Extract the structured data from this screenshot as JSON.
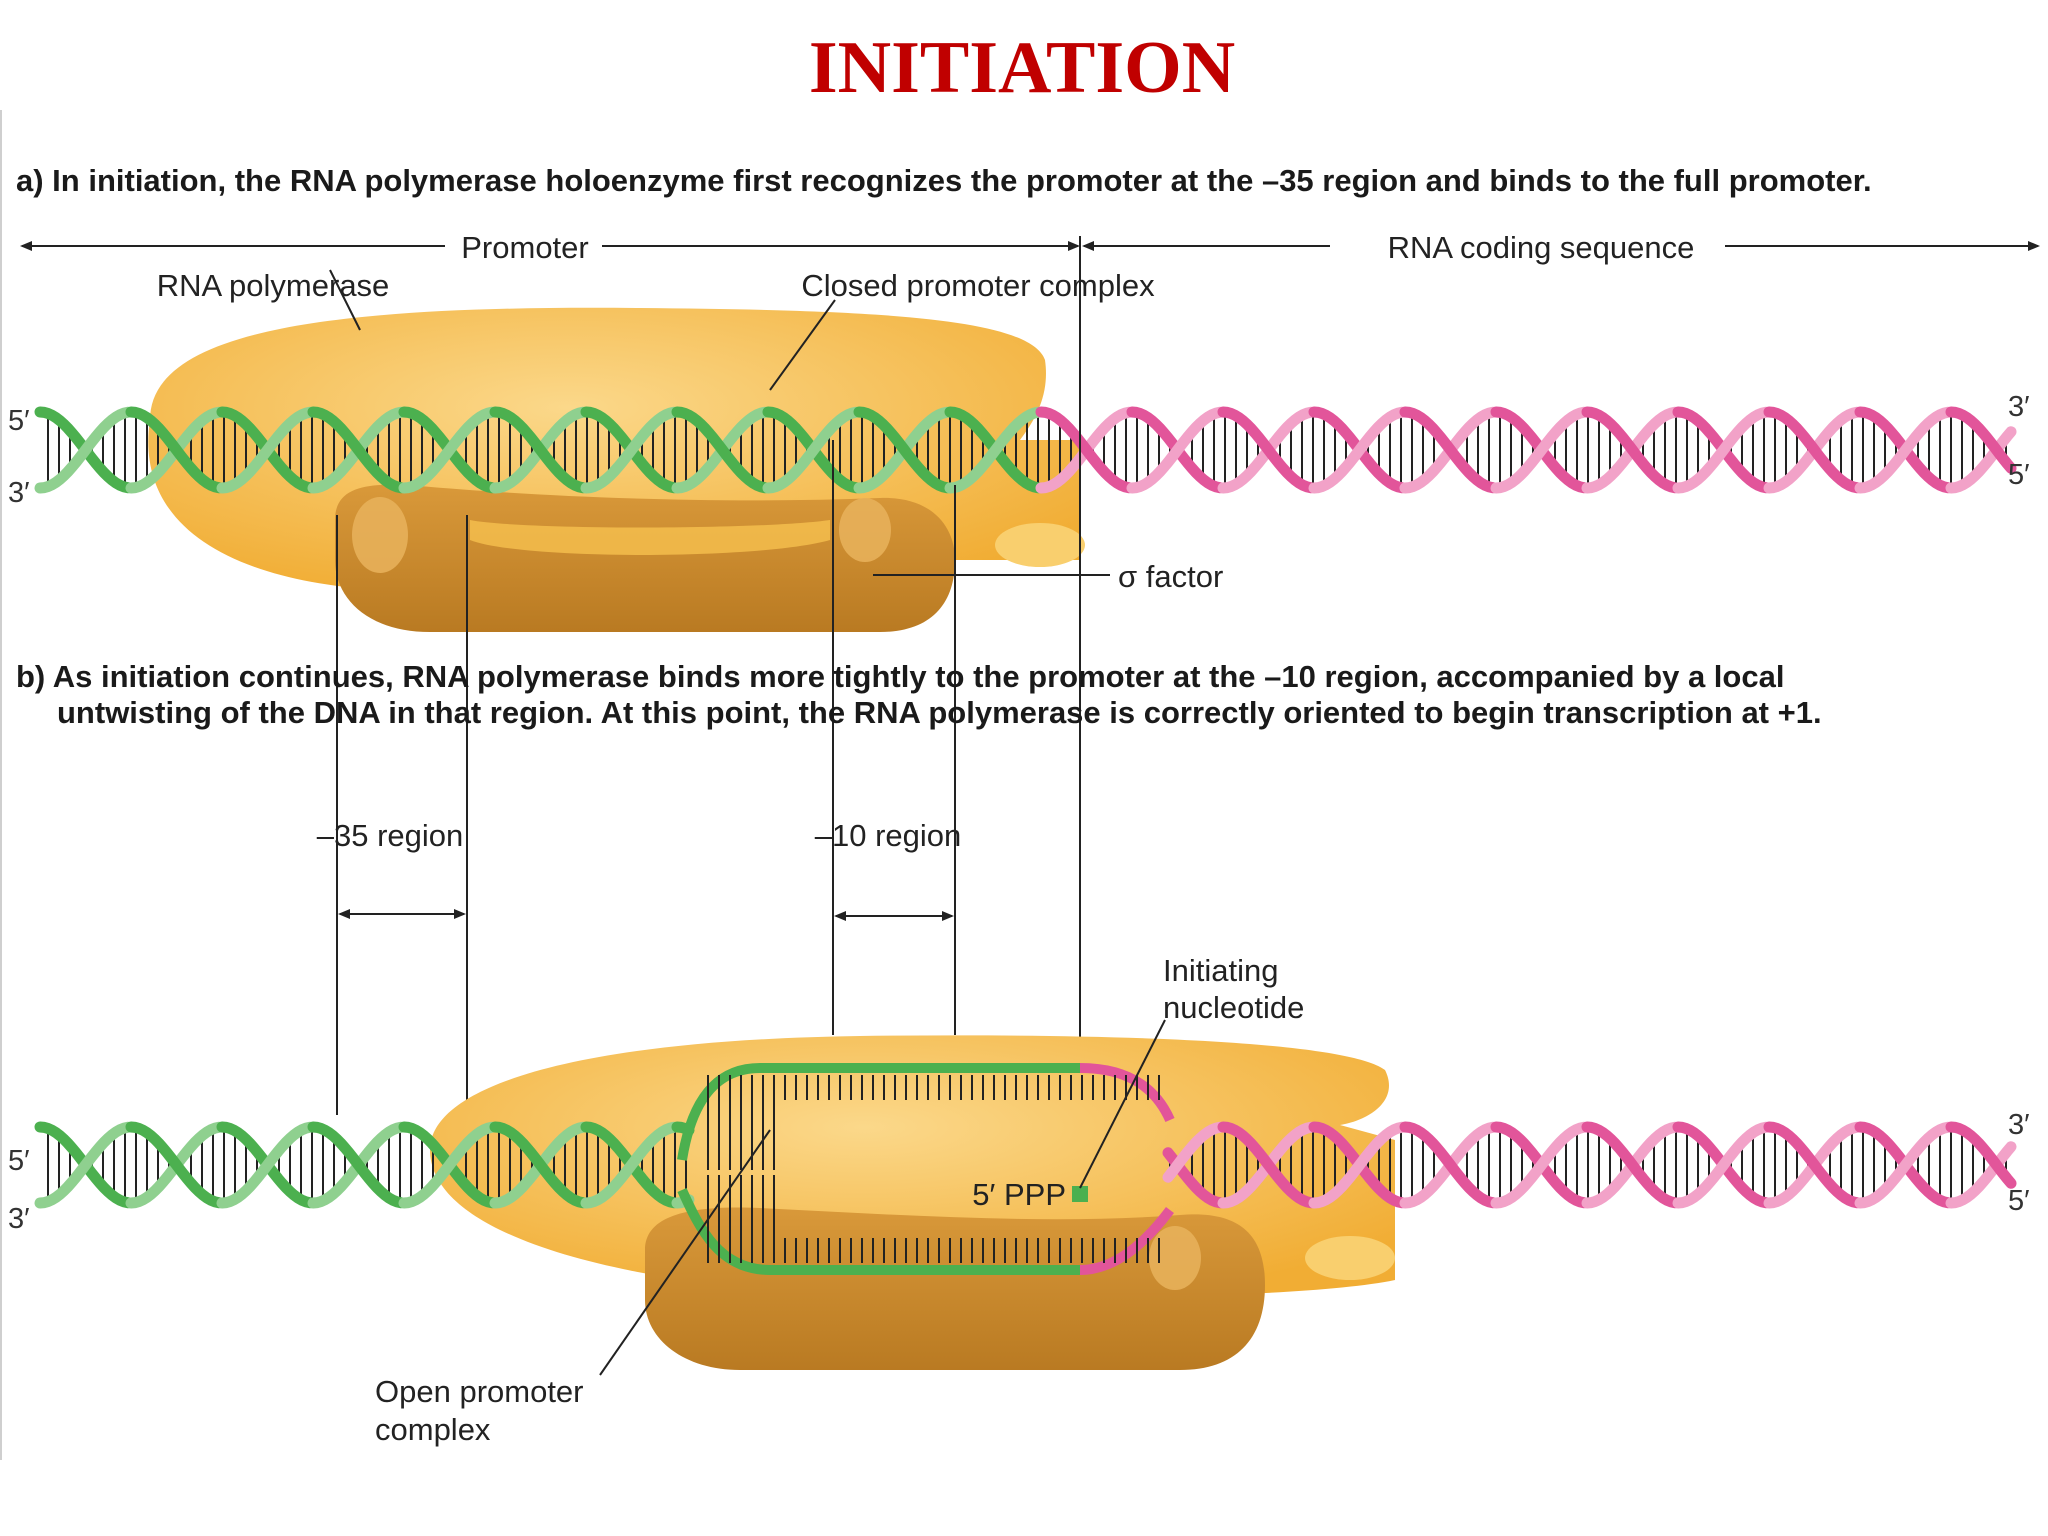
{
  "title": "INITIATION",
  "panel_a": {
    "caption": "a) In initiation, the RNA polymerase holoenzyme first recognizes the promoter at the –35 region and binds to the full promoter.",
    "promoter_label": "Promoter",
    "coding_label": "RNA coding sequence",
    "polymerase_label": "RNA polymerase",
    "closed_complex_label": "Closed promoter complex",
    "sigma_label": "σ factor",
    "end_top_left": "5′",
    "end_bottom_left": "3′",
    "end_top_right": "3′",
    "end_bottom_right": "5′"
  },
  "panel_b": {
    "caption_line1": "b) As initiation continues, RNA polymerase binds more tightly to the promoter at the –10 region, accompanied by a local",
    "caption_line2": "untwisting of the DNA in that region. At this point, the RNA polymerase is correctly oriented to begin transcription at +1.",
    "region35_label": "–35 region",
    "region10_label": "–10 region",
    "initiating_label_line1": "Initiating",
    "initiating_label_line2": "nucleotide",
    "ppp_label": "5′ PPP",
    "open_complex_line1": "Open promoter",
    "open_complex_line2": "complex",
    "end_top_left": "5′",
    "end_bottom_left": "3′",
    "end_top_right": "3′",
    "end_bottom_right": "5′"
  },
  "colors": {
    "title": "#c00000",
    "dna_promoter": "#4cb04f",
    "dna_promoter_light": "#8fd08f",
    "dna_coding": "#e2559a",
    "dna_coding_light": "#f2a2c8",
    "polymerase": "#f4b540",
    "polymerase_light": "#f9cf6e",
    "sigma": "#c98a2e"
  }
}
